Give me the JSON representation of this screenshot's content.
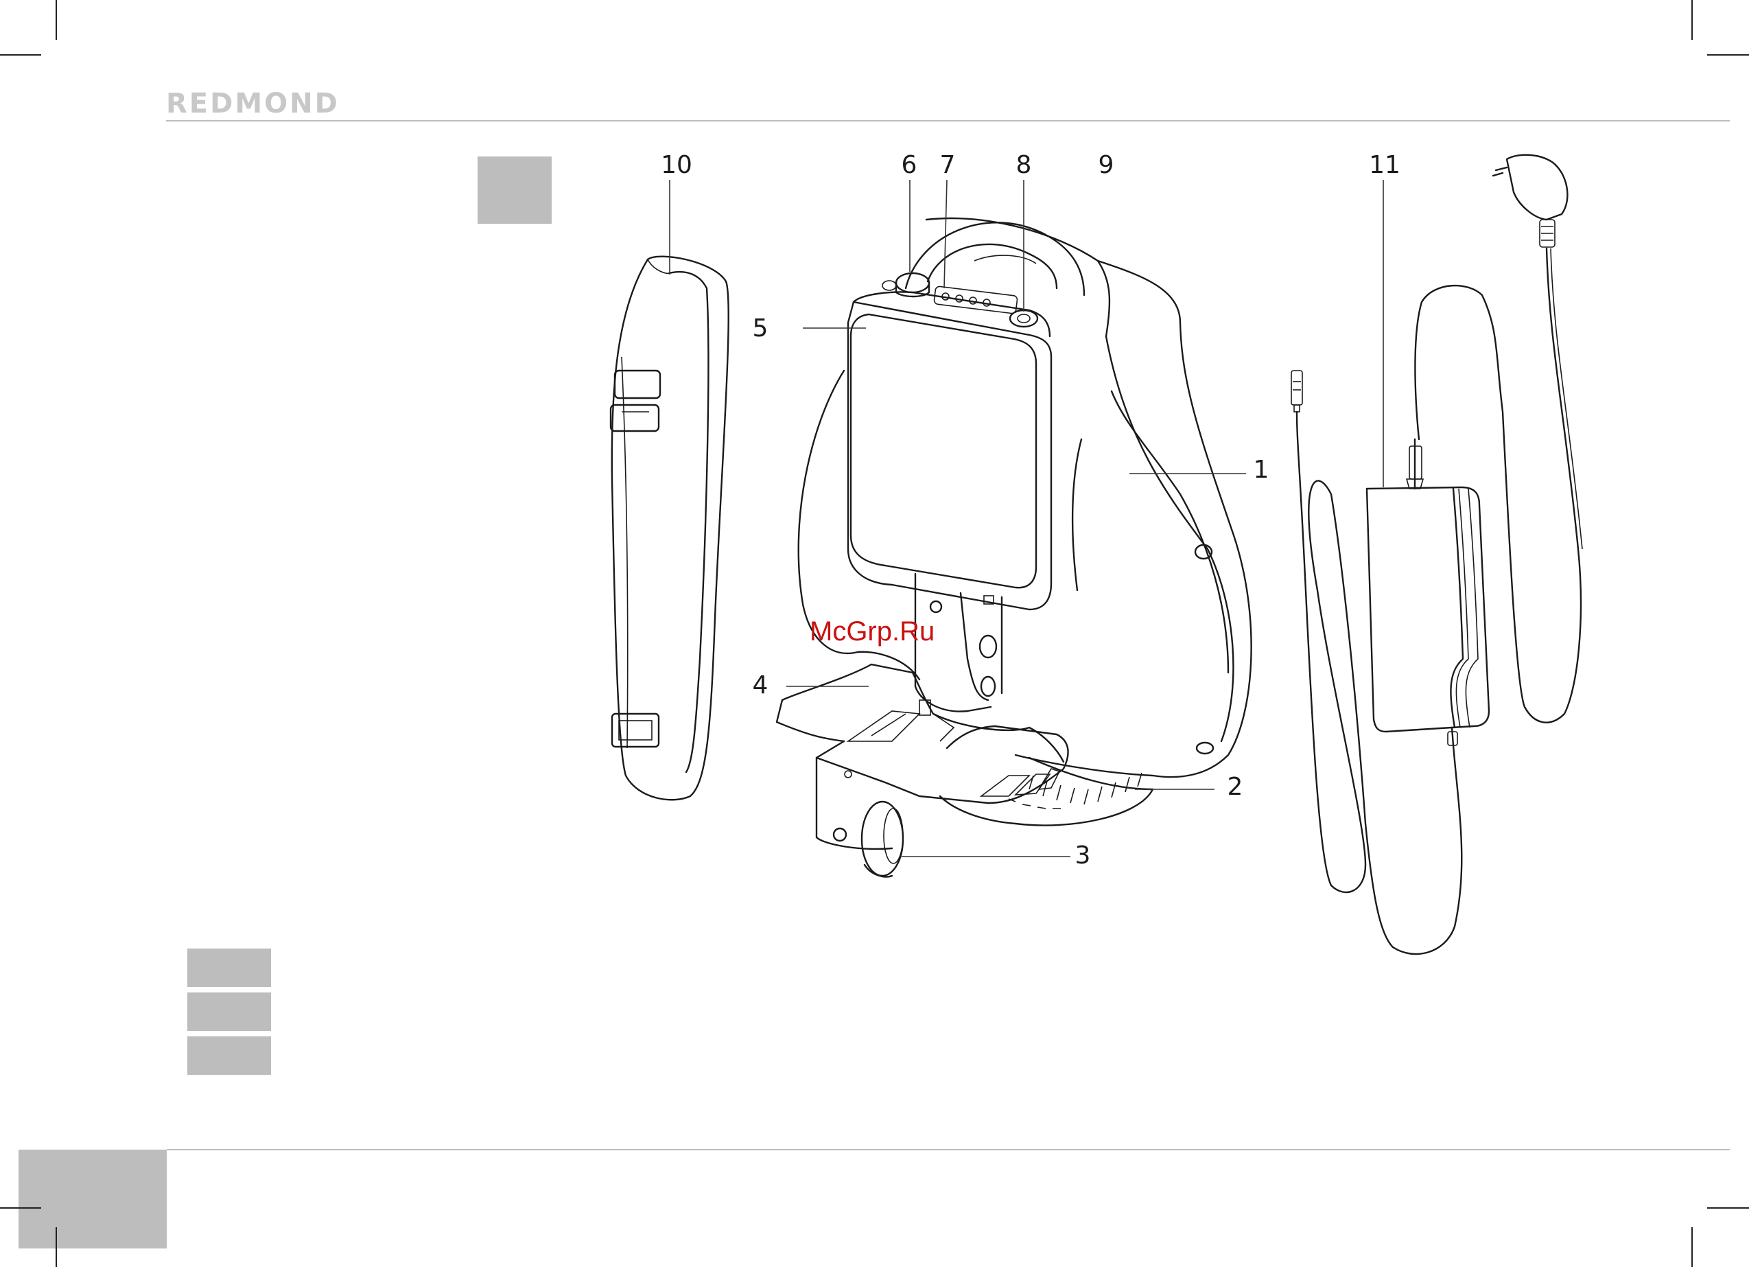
{
  "header": {
    "brand": "REDMOND"
  },
  "watermark": "McGrp.Ru",
  "callouts": [
    {
      "id": "1",
      "label": "1"
    },
    {
      "id": "2",
      "label": "2"
    },
    {
      "id": "3",
      "label": "3"
    },
    {
      "id": "4",
      "label": "4"
    },
    {
      "id": "5",
      "label": "5"
    },
    {
      "id": "6",
      "label": "6"
    },
    {
      "id": "7",
      "label": "7"
    },
    {
      "id": "8",
      "label": "8"
    },
    {
      "id": "9",
      "label": "9"
    },
    {
      "id": "10",
      "label": "10"
    },
    {
      "id": "11",
      "label": "11"
    }
  ],
  "colors": {
    "grey_block": "#bdbdbd",
    "brand": "#c8c8c8",
    "watermark": "#cc1010",
    "line": "#1a1a1a"
  }
}
